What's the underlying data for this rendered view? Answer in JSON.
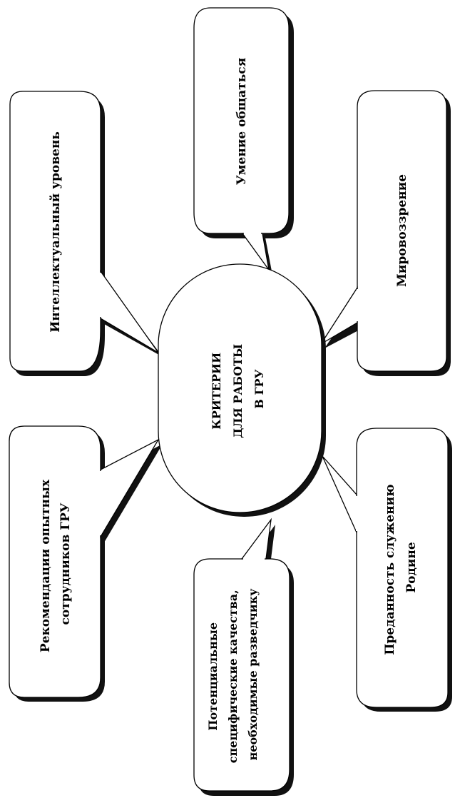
{
  "center": {
    "lines": [
      "КРИТЕРИИ",
      "ДЛЯ РАБОТЫ",
      "В ГРУ"
    ]
  },
  "criteria": [
    {
      "id": "intellect",
      "lines": [
        "Интеллектуальный уровень"
      ]
    },
    {
      "id": "communication",
      "lines": [
        "Умение общаться"
      ]
    },
    {
      "id": "worldview",
      "lines": [
        "Мировоззрение"
      ]
    },
    {
      "id": "recommendations",
      "lines": [
        "Рекомендации опытных",
        "сотрудников ГРУ"
      ]
    },
    {
      "id": "qualities",
      "lines": [
        "Потенциальные",
        "специфические качества,",
        "необходимые разведчику"
      ]
    },
    {
      "id": "devotion",
      "lines": [
        "Преданность служению",
        "Родине"
      ]
    }
  ]
}
